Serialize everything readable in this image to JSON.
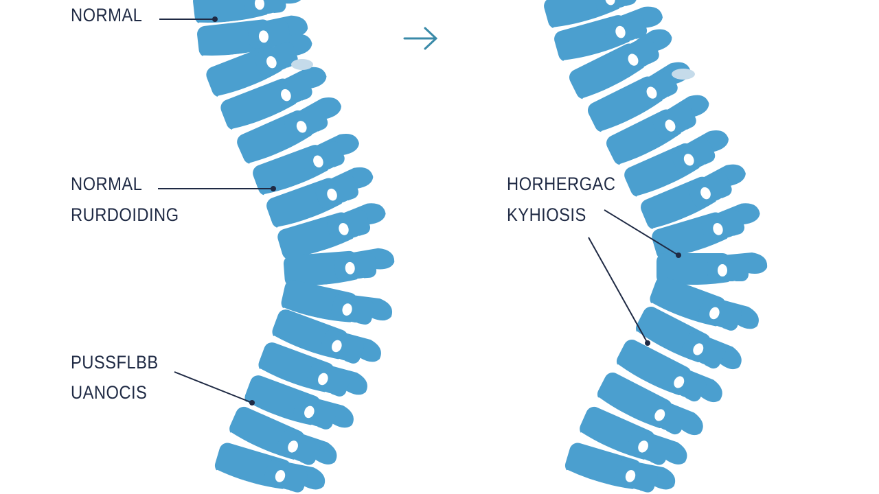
{
  "labels": {
    "top_left": "NORMAL",
    "mid_left_line1": "NORMAL",
    "mid_left_line2": "RURDOIDING",
    "low_left_line1": "PUSSFLBB",
    "low_left_line2": "UANOCIS",
    "right_line1": "HORHERGAC",
    "right_line2": "KYHIOSIS"
  },
  "icons": {
    "arrow": "arrow-right-icon"
  },
  "colors": {
    "spine": "#4b9fcf",
    "spine_light": "#a9cfe6",
    "disc": "#ffffff",
    "ink": "#1f2a44",
    "arrow": "#3a8aa8"
  }
}
